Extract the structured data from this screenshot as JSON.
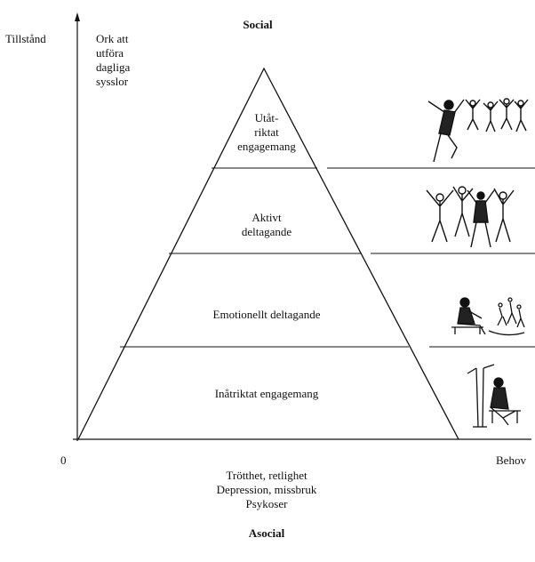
{
  "top_label": "Social",
  "bottom_label": "Asocial",
  "y_axis": {
    "label": "Tillstånd",
    "sublabel": [
      "Ork att",
      "utföra",
      "dagliga",
      "sysslor"
    ]
  },
  "x_axis": {
    "origin": "0",
    "label": "Behov"
  },
  "levels": [
    {
      "lines": [
        "Utåt-",
        "riktat",
        "engagemang"
      ]
    },
    {
      "lines": [
        "Aktivt",
        "deltagande"
      ]
    },
    {
      "lines": [
        "Emotionellt deltagande"
      ]
    },
    {
      "lines": [
        "Inåtriktat engagemang"
      ]
    }
  ],
  "illustrations": [
    "dancing-figures",
    "joined-hands-figures",
    "sitting-observing-figures",
    "withdrawn-sitting-figure"
  ],
  "bottom_notes": [
    "Trötthet, retlighet",
    "Depression, missbruk",
    "Psykoser"
  ]
}
